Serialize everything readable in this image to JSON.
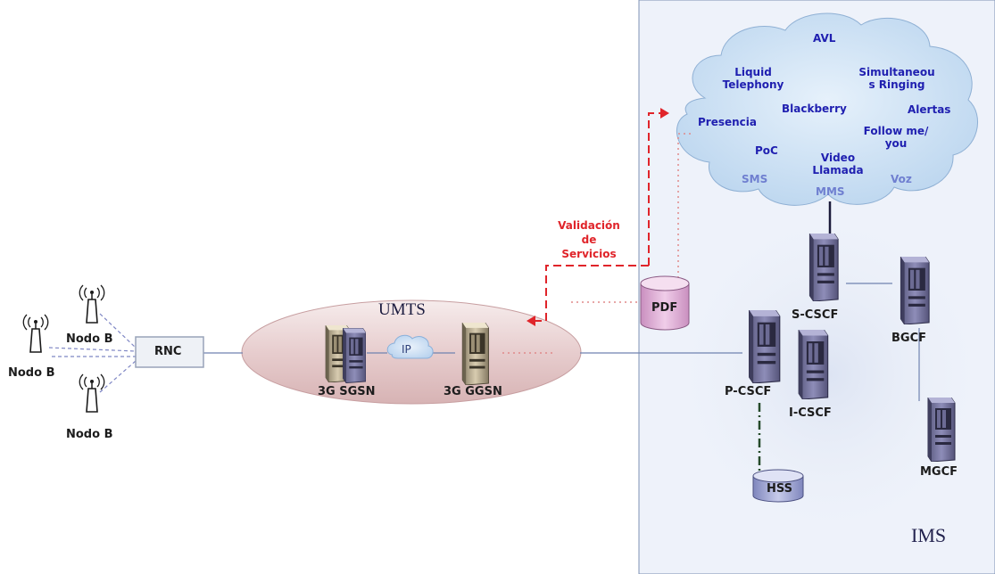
{
  "ims_panel": {
    "label": "IMS"
  },
  "umts": {
    "label": "UMTS",
    "ip_label": "IP"
  },
  "nodes": {
    "nodo_b_top": "Nodo B",
    "nodo_b_left": "Nodo B",
    "nodo_b_bottom": "Nodo B",
    "rnc": "RNC",
    "sgsn": "3G SGSN",
    "ggsn": "3G GGSN",
    "pdf": "PDF",
    "s_cscf": "S-CSCF",
    "p_cscf": "P-CSCF",
    "i_cscf": "I-CSCF",
    "bgcf": "BGCF",
    "mgcf": "MGCF",
    "hss": "HSS"
  },
  "validation_label": [
    "Validación",
    "de",
    "Servicios"
  ],
  "services": {
    "avl": "AVL",
    "liquid": [
      "Liquid",
      "Telephony"
    ],
    "simultaneous": [
      "Simultaneou",
      "s Ringing"
    ],
    "blackberry": "Blackberry",
    "alertas": "Alertas",
    "presencia": "Presencia",
    "follow": [
      "Follow me/",
      "you"
    ],
    "poc": "PoC",
    "video": [
      "Video",
      "Llamada"
    ],
    "sms": "SMS",
    "mms": "MMS",
    "voz": "Voz"
  },
  "colors": {
    "ims_bg": "#eef2fa",
    "ims_border": "#7f93b4",
    "cloud_fill": "#c5dcf2",
    "umts_fill": "#e9d2d3",
    "service_text": "#1f1fb0",
    "validation_red": "#e0242a",
    "pdf_fill": "#e3b4dc"
  }
}
